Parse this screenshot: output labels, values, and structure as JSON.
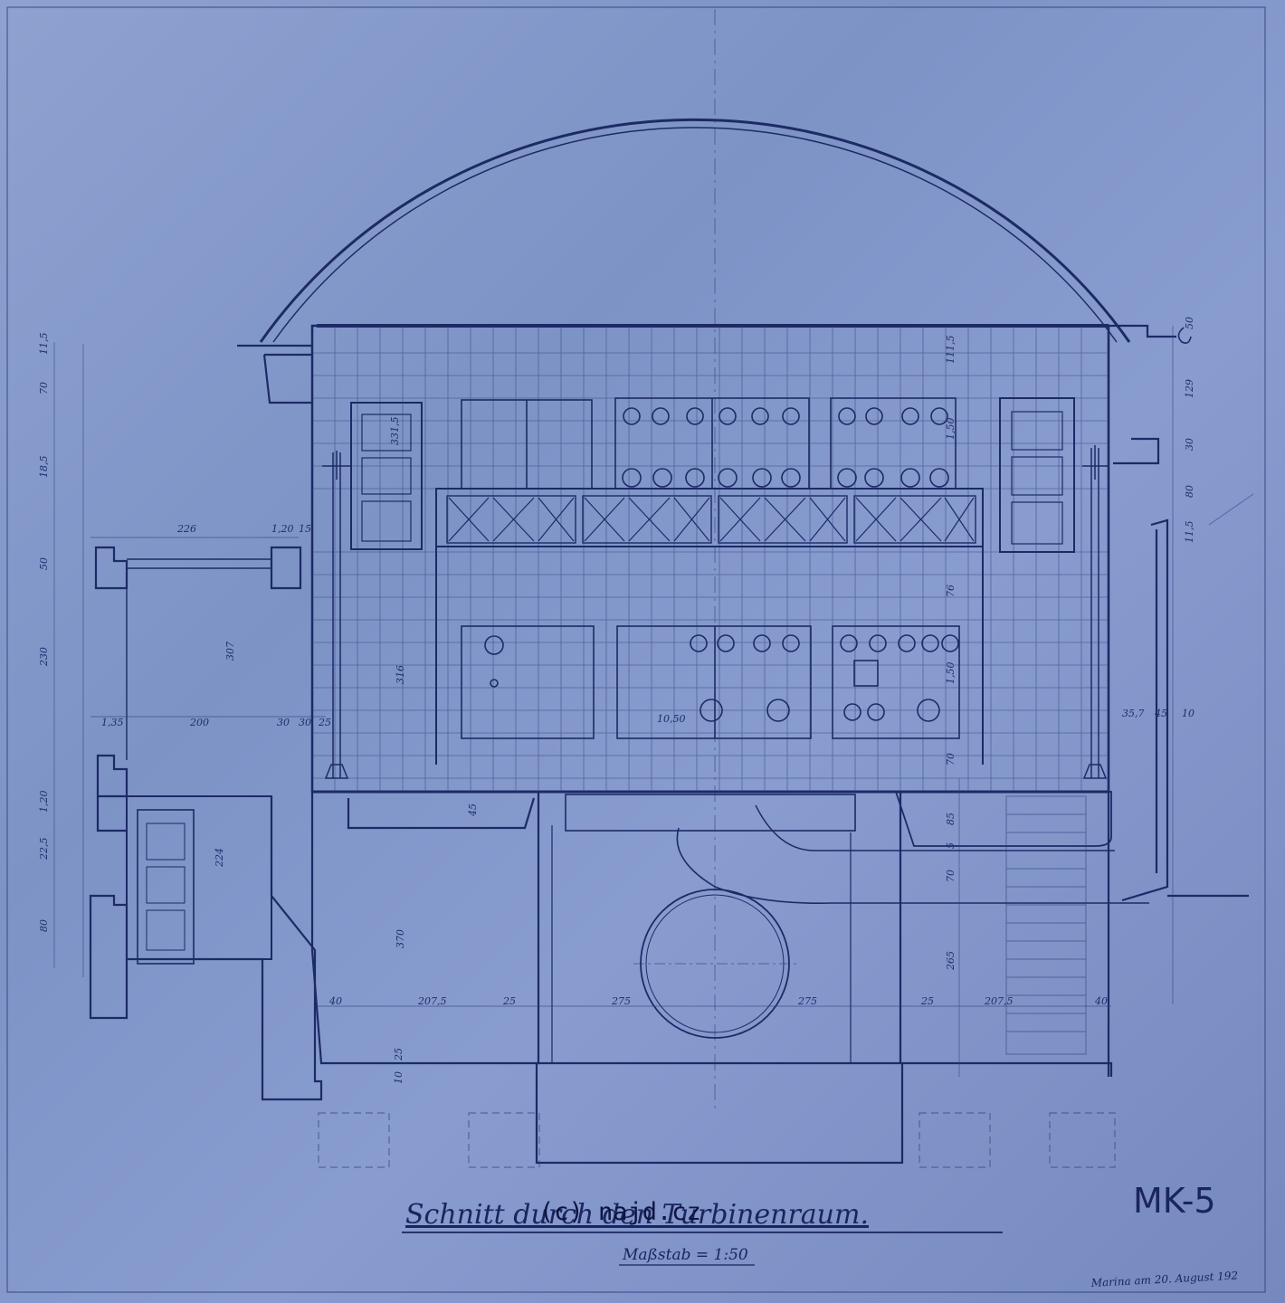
{
  "sheet": {
    "caption": "Schnitt durch den Turbinenraum.",
    "scale": "Maßstab = 1:50",
    "code": "MK-5",
    "dated": "Marina am 20. August 192",
    "watermark": "(c) najd.cz"
  },
  "dimensions": {
    "d_115": "11,5",
    "d_70": "70",
    "d_185": "18,5",
    "d_50": "50",
    "d_230": "230",
    "d_135": "1,35",
    "d_200": "200",
    "d_226": "226",
    "d_120": "1,20",
    "d_15": "15",
    "d_307": "307",
    "d_30a": "30",
    "d_30b": "30",
    "d_25": "25",
    "d_316": "316",
    "d_3315": "331,5",
    "d_1115": "111,5",
    "d_150a": "1,50",
    "d_150b": "1,50",
    "d_76": "76",
    "d_1050": "10,50",
    "d_50r": "50",
    "d_129": "129",
    "d_30r": "30",
    "d_80": "80",
    "d_115r": "11,5",
    "d_45": "45",
    "d_10": "10",
    "d_357": "35,7",
    "d_224": "224",
    "d_370": "370",
    "d_40a": "40",
    "d_2075a": "207,5",
    "d_25b": "25",
    "d_275a": "275",
    "d_275b": "275",
    "d_25c": "25",
    "d_2075b": "207,5",
    "d_40b": "40",
    "d_85": "85",
    "d_70b": "70",
    "d_265": "265",
    "d_225": "22,5",
    "d_120b": "1,20",
    "d_80b": "80",
    "d_45b": "45",
    "d_25d": "25",
    "d_10b": "10",
    "d_70c": "70",
    "d_5": "5"
  }
}
